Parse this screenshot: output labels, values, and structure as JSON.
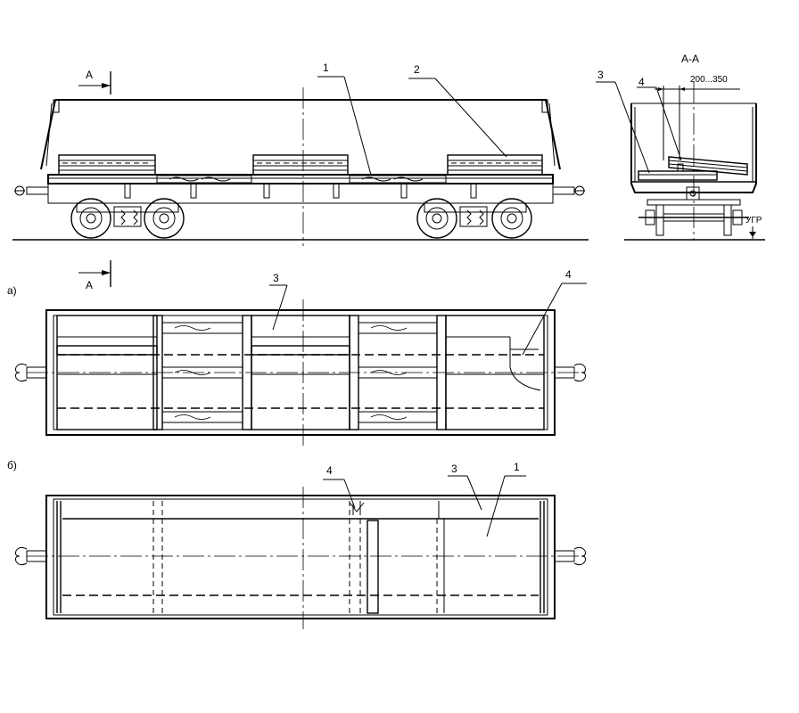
{
  "views": {
    "side": {
      "section_mark": "А",
      "callouts": [
        "1",
        "2"
      ]
    },
    "section": {
      "title": "А-А",
      "dimension": "200...350",
      "level_mark": "УГР",
      "callouts": [
        "3",
        "4"
      ]
    },
    "plan_a": {
      "label": "а)",
      "section_mark": "А",
      "callouts": [
        "3",
        "4"
      ]
    },
    "plan_b": {
      "label": "б)",
      "callouts": [
        "4",
        "3",
        "1"
      ]
    }
  }
}
